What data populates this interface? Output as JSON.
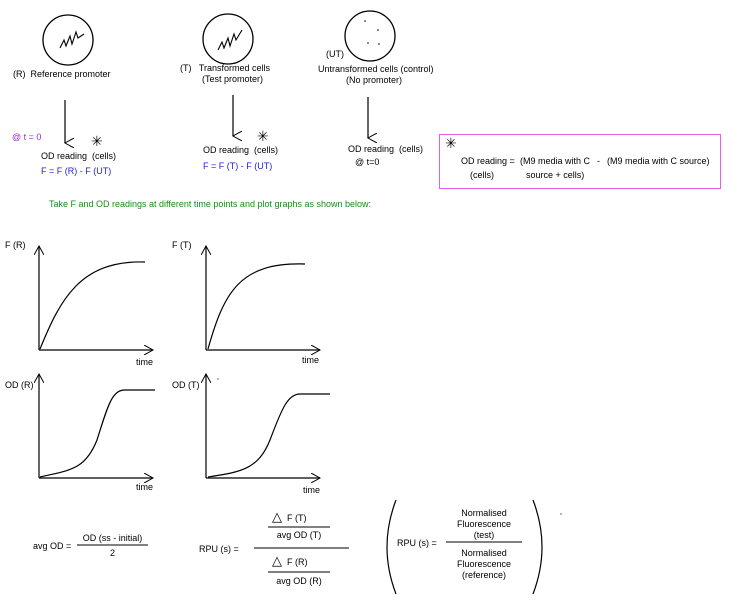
{
  "cells": {
    "reference": {
      "tag": "(R)",
      "label": "Reference promoter"
    },
    "transformed": {
      "tag": "(T)",
      "line1": "Transformed cells",
      "line2": "(Test promoter)"
    },
    "untransformed": {
      "tag": "(UT)",
      "line1": "Untransformed cells (control)",
      "line2": "(No promoter)"
    }
  },
  "readings": {
    "at_t0": "@ t = 0",
    "od_reading": "OD reading",
    "cells": "(cells)",
    "asterisk": "✳",
    "f_reference": "F = F (R) - F (UT)",
    "f_test": "F = F (T) - F (UT)",
    "at_t0_short": "@  t=0"
  },
  "definition": {
    "asterisk": "✳",
    "od_reading": "OD reading =",
    "cells": "(cells)",
    "term1_line1": "(M9 media with C",
    "minus": "-",
    "term2": "(M9 media with C source)",
    "term1_line2": "source + cells)"
  },
  "instruction": "Take F and OD readings at different time points and plot graphs as shown below:",
  "graphs": [
    {
      "ylabel": "F (R)",
      "xlabel": "time"
    },
    {
      "ylabel": "F (T)",
      "xlabel": "time"
    },
    {
      "ylabel": "OD (R)",
      "xlabel": "time"
    },
    {
      "ylabel": "OD (T)",
      "xlabel": "time"
    }
  ],
  "formulas": {
    "avg_od_lhs": "avg OD =",
    "avg_od_num": "OD (ss - initial)",
    "avg_od_den": "2",
    "rpu_lhs": "RPU (s)  =",
    "delta": "△",
    "f_t": "F (T)",
    "avg_od_t": "avg OD (T)",
    "f_r": "F (R)",
    "avg_od_r": "avg OD  (R)",
    "rpu2_lhs": "RPU (s)  =",
    "norm_top_1": "Normalised",
    "norm_top_2": "Fluorescence",
    "norm_top_3": "(test)",
    "norm_bot_1": "Normalised",
    "norm_bot_2": "Fluorescence",
    "norm_bot_3": "(reference)"
  },
  "colors": {
    "blue": "#1f1fd6",
    "purple": "#9a2bd6",
    "green": "#1a8a1a",
    "box": "#e060e0"
  }
}
